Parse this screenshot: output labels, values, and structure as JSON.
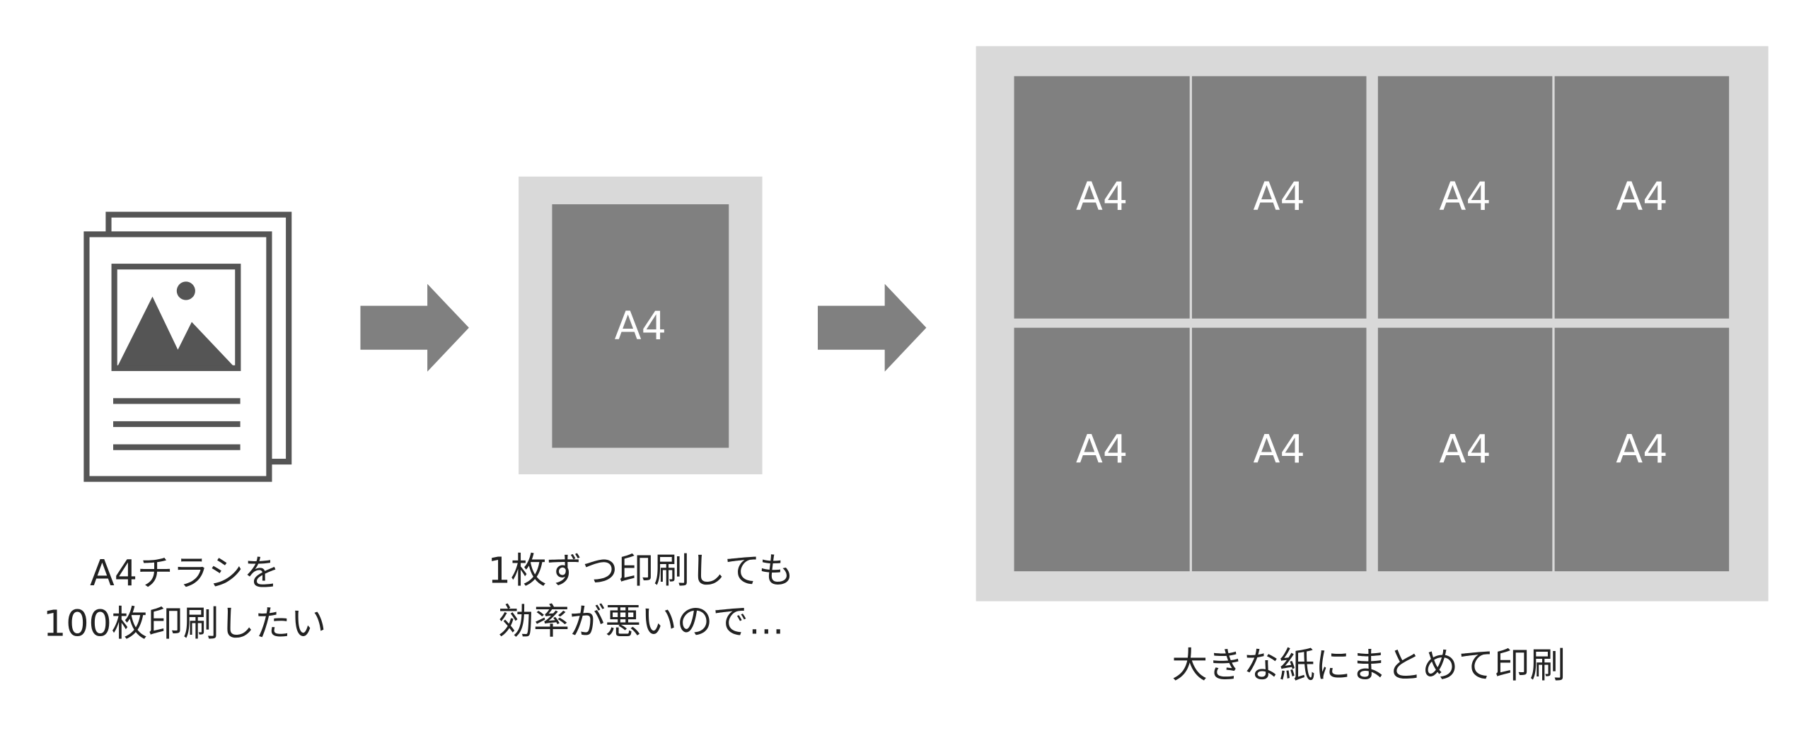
{
  "colors": {
    "light_gray": "#d9d9d9",
    "dark_gray": "#808080",
    "icon": "#555555"
  },
  "step1": {
    "icon": "flyer-stack-icon",
    "line1": "A4チラシを",
    "line2": "100枚印刷したい"
  },
  "step2": {
    "page_label": "A4",
    "line1": "1枚ずつ印刷しても",
    "line2": "効率が悪いので…"
  },
  "step3": {
    "cells": [
      "A4",
      "A4",
      "A4",
      "A4",
      "A4",
      "A4",
      "A4",
      "A4"
    ],
    "caption": "大きな紙にまとめて印刷"
  }
}
